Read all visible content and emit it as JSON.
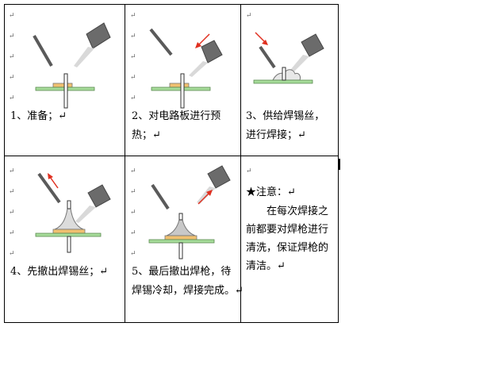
{
  "paragraph_mark": "↵",
  "steps": [
    {
      "caption_lines": [
        "1、准备；↵"
      ]
    },
    {
      "caption_lines": [
        "2、对电路板进行预",
        "热；↵"
      ]
    },
    {
      "caption_lines": [
        "3、供给焊锡丝，",
        "进行焊接；↵"
      ]
    },
    {
      "caption_lines": [
        "4、先撤出焊锡丝；↵"
      ]
    },
    {
      "caption_lines": [
        "5、最后撤出焊枪，待",
        "焊锡冷却，焊接完成。↵"
      ]
    }
  ],
  "note": {
    "title": "★注意：↵",
    "body": "　　在每次焊接之前都要对焊枪进行清洗，保证焊枪的清洁。↵"
  },
  "colors": {
    "board": "#a6dc9a",
    "pad": "#f0c070",
    "arrow": "#e03020",
    "iron": "#6b6b6b",
    "solder_wire": "#5a5a5a",
    "solder_joint": "#cccccc"
  }
}
